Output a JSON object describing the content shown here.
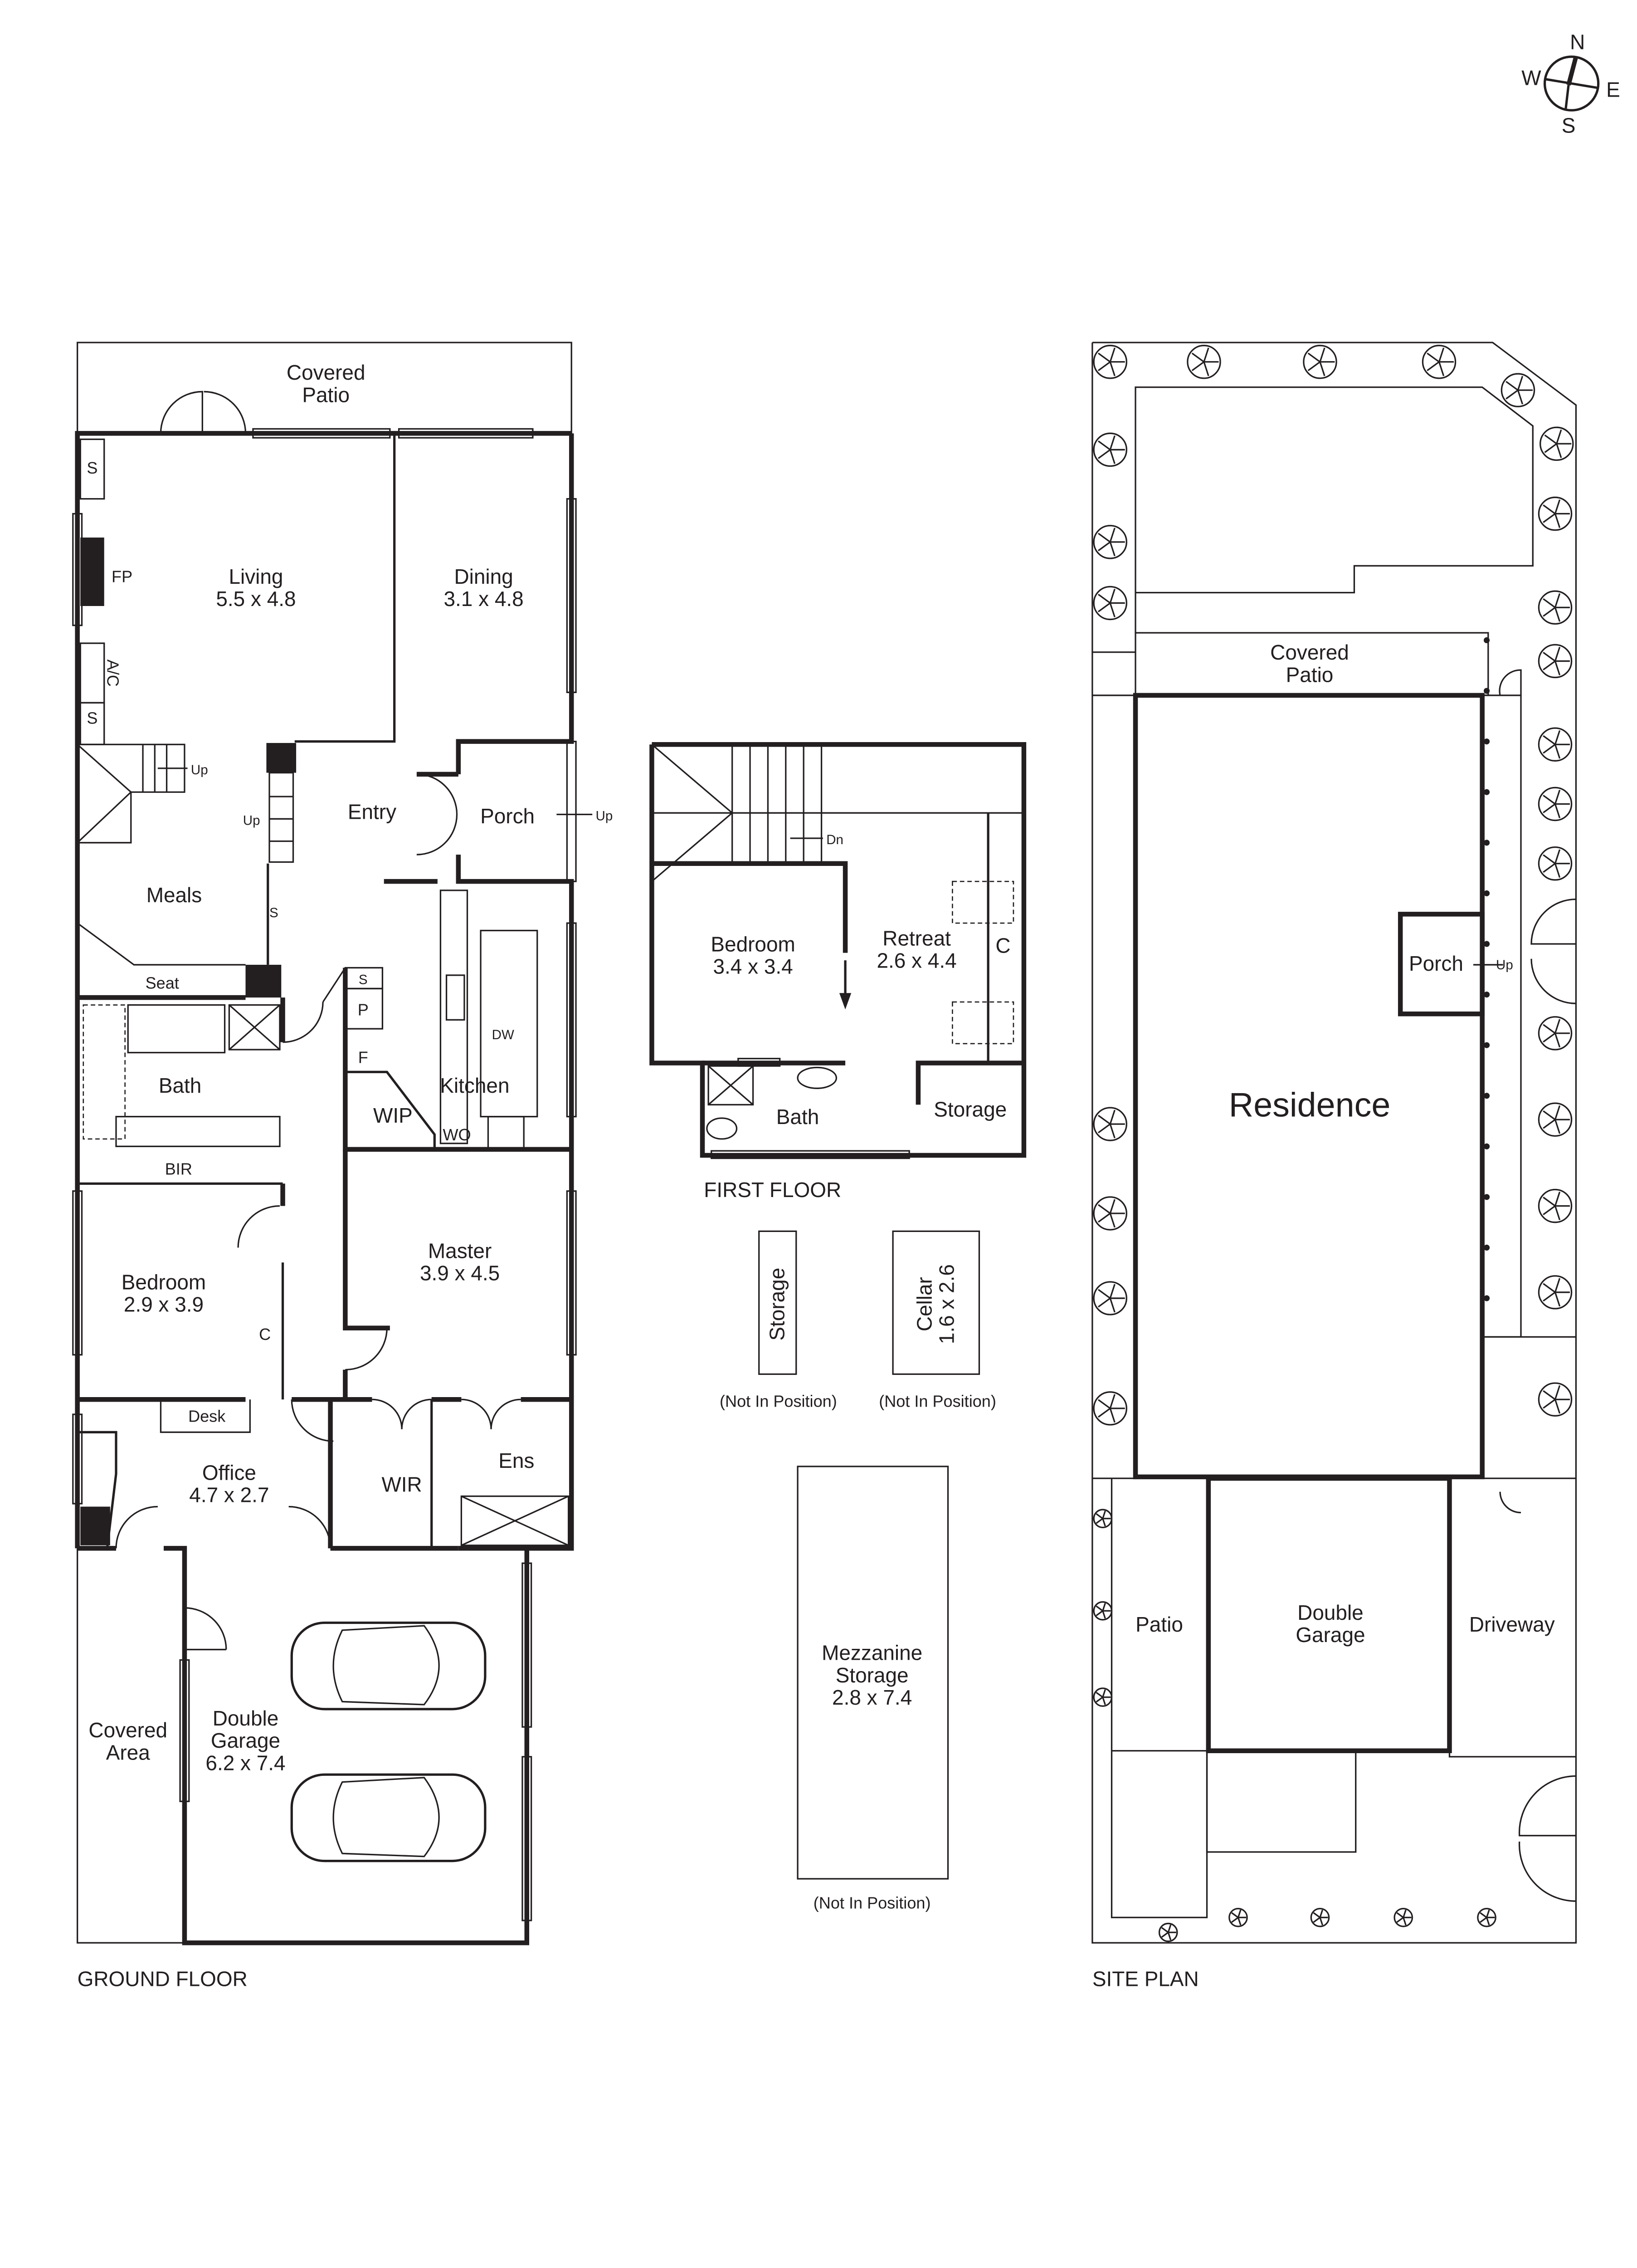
{
  "compass": {
    "n": "N",
    "e": "E",
    "s": "S",
    "w": "W"
  },
  "ground_floor": {
    "title": "GROUND FLOOR",
    "covered_patio": [
      "Covered",
      "Patio"
    ],
    "living": [
      "Living",
      "5.5 x 4.8"
    ],
    "dining": [
      "Dining",
      "3.1 x 4.8"
    ],
    "fp": "FP",
    "s1": "S",
    "ac": "A/C",
    "s2": "S",
    "up1": "Up",
    "up2": "Up",
    "entry": "Entry",
    "porch": "Porch",
    "up3": "Up",
    "meals": "Meals",
    "s3": "S",
    "seat": "Seat",
    "bath": "Bath",
    "s4": "S",
    "p": "P",
    "f": "F",
    "dw": "DW",
    "kitchen": "Kitchen",
    "wip": "WIP",
    "wo": "WO",
    "bir": "BIR",
    "master": [
      "Master",
      "3.9 x 4.5"
    ],
    "bedroom": [
      "Bedroom",
      "2.9 x 3.9"
    ],
    "c": "C",
    "desk": "Desk",
    "office": [
      "Office",
      "4.7 x 2.7"
    ],
    "wir": "WIR",
    "ens": "Ens",
    "covered_area": [
      "Covered",
      "Area"
    ],
    "garage": [
      "Double",
      "Garage",
      "6.2 x 7.4"
    ]
  },
  "first_floor": {
    "title": "FIRST FLOOR",
    "dn": "Dn",
    "bedroom": [
      "Bedroom",
      "3.4 x 3.4"
    ],
    "retreat": [
      "Retreat",
      "2.6 x 4.4"
    ],
    "c": "C",
    "bath": "Bath",
    "storage": "Storage"
  },
  "detached": {
    "storage": "Storage",
    "storage_note": "(Not In Position)",
    "cellar": [
      "Cellar",
      "1.6 x 2.6"
    ],
    "cellar_note": "(Not In Position)",
    "mezzanine": [
      "Mezzanine",
      "Storage",
      "2.8 x 7.4"
    ],
    "mezzanine_note": "(Not In Position)"
  },
  "site_plan": {
    "title": "SITE PLAN",
    "covered_patio": [
      "Covered",
      "Patio"
    ],
    "residence": "Residence",
    "porch": "Porch",
    "up": "Up",
    "patio": "Patio",
    "garage": [
      "Double",
      "Garage"
    ],
    "driveway": "Driveway"
  }
}
